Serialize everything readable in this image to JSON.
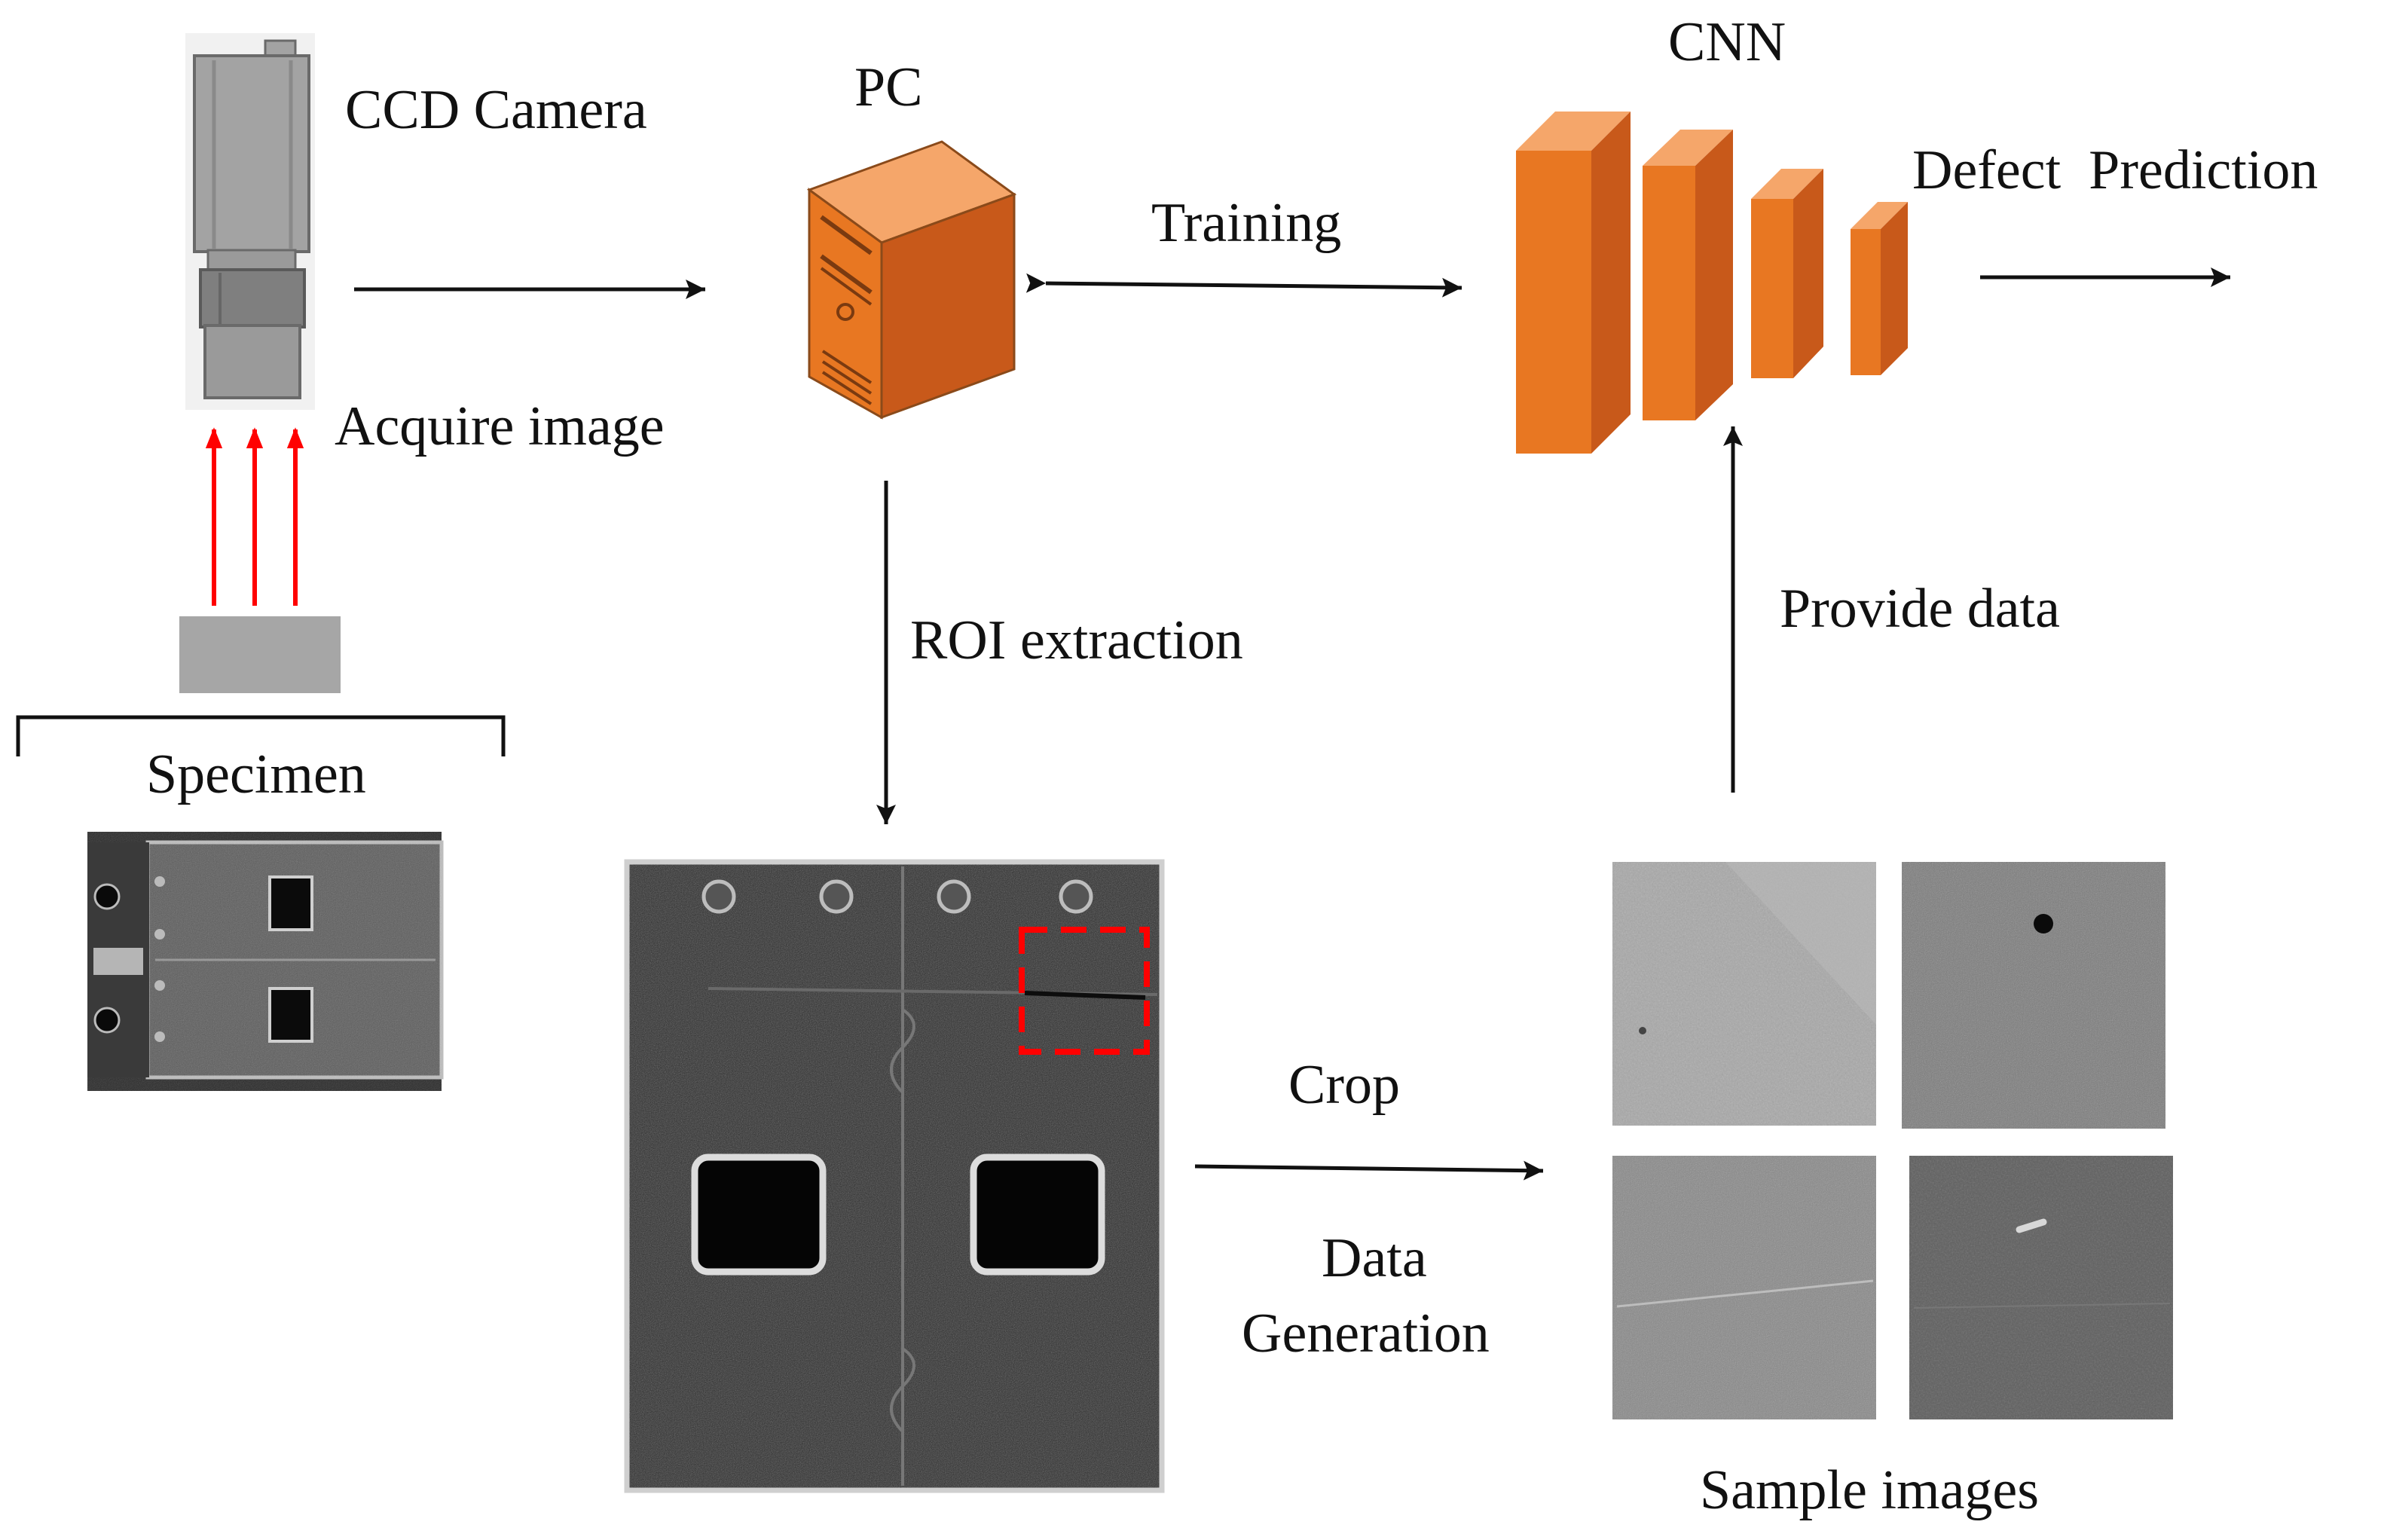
{
  "labels": {
    "ccd_camera": "CCD Camera",
    "pc": "PC",
    "cnn": "CNN",
    "training": "Training",
    "defect_prediction": "Defect  Prediction",
    "acquire_image": "Acquire image",
    "roi_extraction": "ROI extraction",
    "provide_data": "Provide data",
    "specimen": "Specimen",
    "crop": "Crop",
    "data": "Data",
    "generation": "Generation",
    "sample_images": "Sample images"
  },
  "colors": {
    "orange_front": "#e87722",
    "orange_side": "#c8591a",
    "orange_top": "#f5a66a",
    "camera_gray": "#a6a6a6",
    "laser_red": "#ff0000",
    "roi_box_red": "#ff0000"
  },
  "icons": {
    "camera": "ccd-camera-icon",
    "pc": "pc-tower-icon",
    "cnn": "cnn-layers-icon"
  }
}
